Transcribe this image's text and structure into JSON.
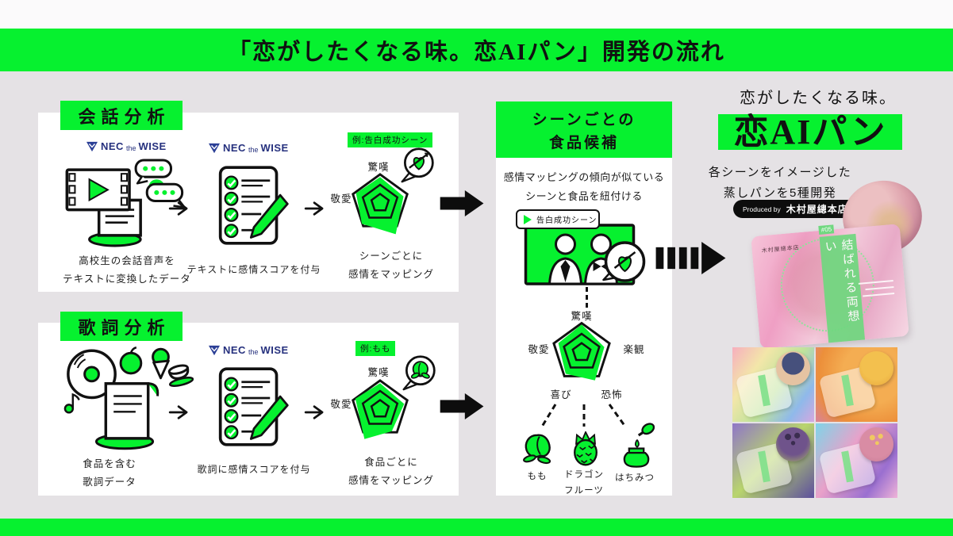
{
  "colors": {
    "accent_green": "#06F12F",
    "background": "#E5E2E5",
    "panel": "#FFFFFF",
    "nec_blue": "#26317E"
  },
  "title_bar": {
    "text": "「恋がしたくなる味。恋AIパン」開発の流れ"
  },
  "logo": {
    "nec": "NEC",
    "the": "the",
    "wise": "WISE"
  },
  "panel_conversation": {
    "label": "会話分析",
    "caption1_l1": "高校生の会話音声を",
    "caption1_l2": "テキストに変換したデータ",
    "caption2": "テキストに感情スコアを付与",
    "tag": "例:告白成功シーン",
    "radar_top": "驚嘆",
    "radar_left": "敬愛",
    "caption3_l1": "シーンごとに",
    "caption3_l2": "感情をマッピング"
  },
  "panel_lyrics": {
    "label": "歌詞分析",
    "caption1_l1": "食品を含む",
    "caption1_l2": "歌詞データ",
    "caption2": "歌詞に感情スコアを付与",
    "tag": "例:もも",
    "radar_top": "驚嘆",
    "radar_left": "敬愛",
    "caption3_l1": "食品ごとに",
    "caption3_l2": "感情をマッピング"
  },
  "panel_candidates": {
    "header_l1": "シーンごとの",
    "header_l2": "食品候補",
    "desc_l1": "感情マッピングの傾向が似ている",
    "desc_l2": "シーンと食品を紐付ける",
    "scene_tag": "告白成功シーン",
    "radar_top": "驚嘆",
    "radar_left": "敬愛",
    "radar_right": "楽観",
    "radar_bottom_left": "喜び",
    "radar_bottom_right": "恐怖",
    "food1": "もも",
    "food2_l1": "ドラゴン",
    "food2_l2": "フルーツ",
    "food3": "はちみつ"
  },
  "product": {
    "tagline": "恋がしたくなる味。",
    "name": "恋AIパン",
    "desc_l1": "各シーンをイメージした",
    "desc_l2": "蒸しパンを5種開発",
    "produced_by": "Produced by",
    "producer": "木村屋總本店",
    "package_tag": "#05",
    "package_brand": "木村屋總本店",
    "package_text": "結ばれる両想い"
  }
}
